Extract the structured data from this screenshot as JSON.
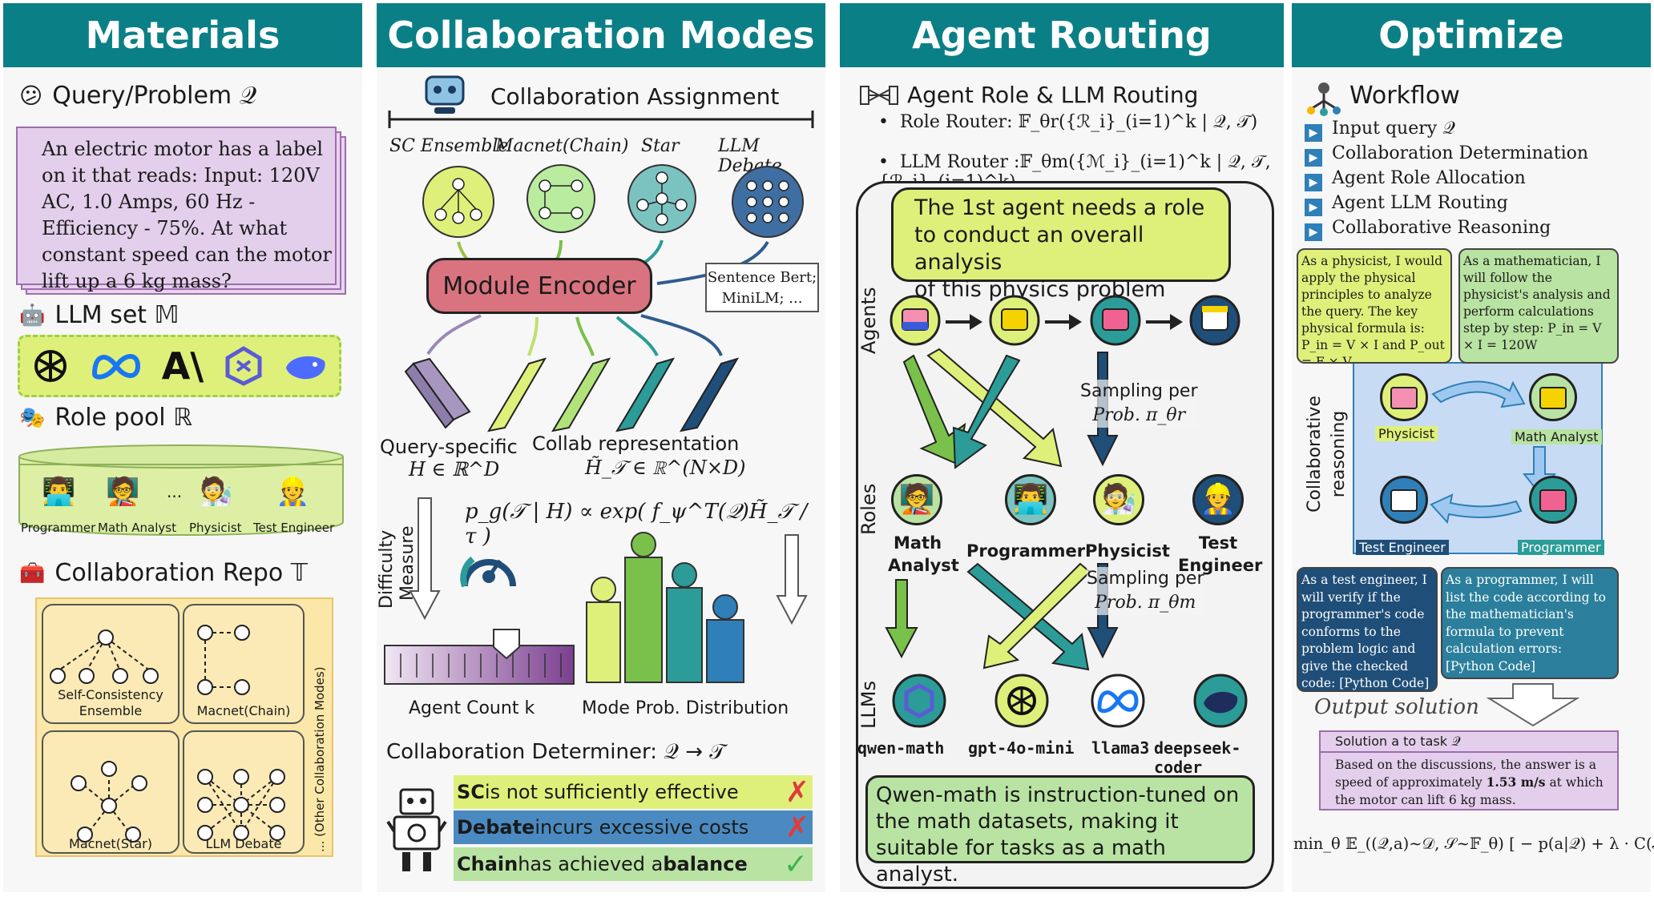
{
  "headers": {
    "materials": "Materials",
    "modes": "Collaboration Modes",
    "routing": "Agent Routing",
    "optimize": "Optimize"
  },
  "materials": {
    "query_title": "Query/Problem 𝒬",
    "query_text": "An electric motor has a label on it that reads: Input: 120V AC, 1.0 Amps, 60 Hz - Efficiency - 75%. At what constant speed can the motor lift up a 6 kg mass?",
    "llm_title": "LLM set 𝕄",
    "role_title": "Role pool ℝ",
    "roles": [
      "Programmer",
      "Math Analyst",
      "Physicist",
      "Test Engineer"
    ],
    "ellipsis": "...",
    "repo_title": "Collaboration Repo 𝕋",
    "repo_items": [
      "Self-Consistency Ensemble",
      "Macnet(Chain)",
      "Macnet(Star)",
      "LLM Debate"
    ],
    "repo_other": "... (Other Collaboration Modes)"
  },
  "modes": {
    "assign_title": "Collaboration Assignment",
    "mode_labels": [
      "SC Ensemble",
      "Macnet(Chain)",
      "Star",
      "LLM Debate"
    ],
    "encoder": "Module Encoder",
    "encoder_note": "Sentence Bert; MiniLM; ...",
    "query_specific": "Query-specific",
    "query_h": "H ∈ ℝ^D",
    "collab_rep": "Collab representation",
    "collab_h": "H̃_𝒯 ∈ ℝ^(N×D)",
    "prob_formula": "p_g(𝒯 | H) ∝ exp( f_ψ^T(𝒬)H̃_𝒯 / τ )",
    "difficulty": "Difficulty",
    "measure": "Measure",
    "agent_count": "Agent Count k",
    "mode_prob": "Mode Prob. Distribution",
    "determiner": "Collaboration Determiner: 𝒬 → 𝒯",
    "verdicts": [
      {
        "pre": "SC",
        "mid": " is not sufficiently effective",
        "mark": "✗"
      },
      {
        "pre": "Debate",
        "mid": " incurs excessive costs",
        "mark": "✗"
      },
      {
        "pre": "Chain",
        "mid": " has achieved a ",
        "post": "balance",
        "mark": "✓"
      }
    ]
  },
  "routing": {
    "title": "Agent Role & LLM Routing",
    "role_router": "Role Router: 𝔽_θr({ℛ_i}_(i=1)^k | 𝒬, 𝒯)",
    "llm_router": "LLM Router :𝔽_θm({ℳ_i}_(i=1)^k | 𝒬, 𝒯, {ℛ_i}_(i=1)^k)",
    "bubble_lines": [
      "The 1st agent needs a role",
      "to conduct an overall analysis",
      "of this physics problem"
    ],
    "axis_agents": "Agents",
    "axis_roles": "Roles",
    "axis_llms": "LLMs",
    "sampling1": "Sampling per",
    "prob1": "Prob. π_θr",
    "sampling2": "Sampling per",
    "prob2": "Prob. π_θm",
    "roles": [
      "Math Analyst",
      "Programmer",
      "Physicist",
      "Test Engineer"
    ],
    "llms": [
      "qwen-math",
      "gpt-4o-mini",
      "llama3",
      "deepseek-coder"
    ],
    "note_lines": [
      "Qwen-math is instruction-tuned on",
      "the math datasets, making it",
      "suitable for tasks as a math analyst."
    ]
  },
  "optimize": {
    "workflow_title": "Workflow",
    "steps": [
      "Input query 𝒬",
      "Collaboration Determination",
      "Agent Role Allocation",
      "Agent LLM Routing",
      "Collaborative Reasoning"
    ],
    "physicist_text": "As a physicist, I would apply the physical principles to analyze the query. The key physical formula is: P_in = V × I and P_out = F × V",
    "math_text": "As a mathematician, I will follow the physicist's analysis and perform calculations step by step: P_in = V × I = 120W",
    "test_text": "As a test engineer, I will verify if the programmer's code conforms to the problem logic and give the checked code: [Python Code]",
    "prog_text": "As a programmer, I will list the code according to the mathematician's formula to prevent calculation errors: [Python Code]",
    "agent_labels": [
      "Physicist",
      "Math Analyst",
      "Test Engineer",
      "Programmer"
    ],
    "collab_label_1": "Collaborative",
    "collab_label_2": "reasoning",
    "output_title": "Output solution",
    "solution_title": "Solution a to task 𝒬",
    "solution_pre": "Based on the discussions, the answer is a speed of approximately ",
    "solution_bold": "1.53 m/s",
    "solution_post": " at which the motor can lift 6 kg mass.",
    "objective": "min_θ 𝔼_((𝒬,a)∼𝒟, 𝒮∼𝔽_θ) [ − p(a|𝒬) + λ · C(𝒮; 𝒬) ]"
  },
  "colors": {
    "teal": "#0b7f86",
    "encoder": "#d9737f",
    "lime": "#dff07a",
    "purple": "#cfc3dd",
    "navy": "#1f5a7d",
    "green_bar": "#79c14a",
    "blue_bar": "#2f7fb8"
  }
}
